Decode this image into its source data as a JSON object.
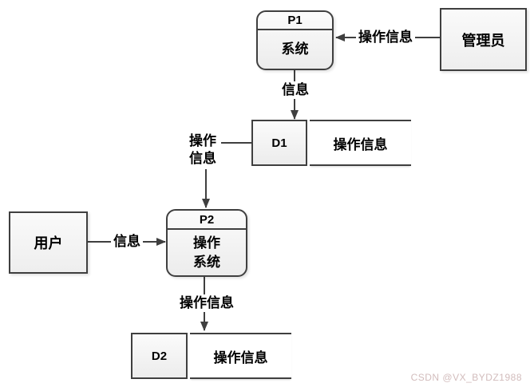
{
  "nodes": {
    "p1": {
      "id": "P1",
      "name": "系统"
    },
    "p2": {
      "id": "P2",
      "name": "操作\n系统"
    },
    "admin": {
      "name": "管理员"
    },
    "user": {
      "name": "用户"
    },
    "d1": {
      "id": "D1",
      "name": "操作信息"
    },
    "d2": {
      "id": "D2",
      "name": "操作信息"
    }
  },
  "flows": {
    "admin_to_p1": "操作信息",
    "p1_to_d1": "信息",
    "d1_to_p2": "操作\n信息",
    "user_to_p2": "信息",
    "p2_to_d2": "操作信息"
  },
  "watermark": "CSDN @VX_BYDZ1988",
  "colors": {
    "line": "#3f3f3f",
    "watermark": "#d2bcbc"
  }
}
